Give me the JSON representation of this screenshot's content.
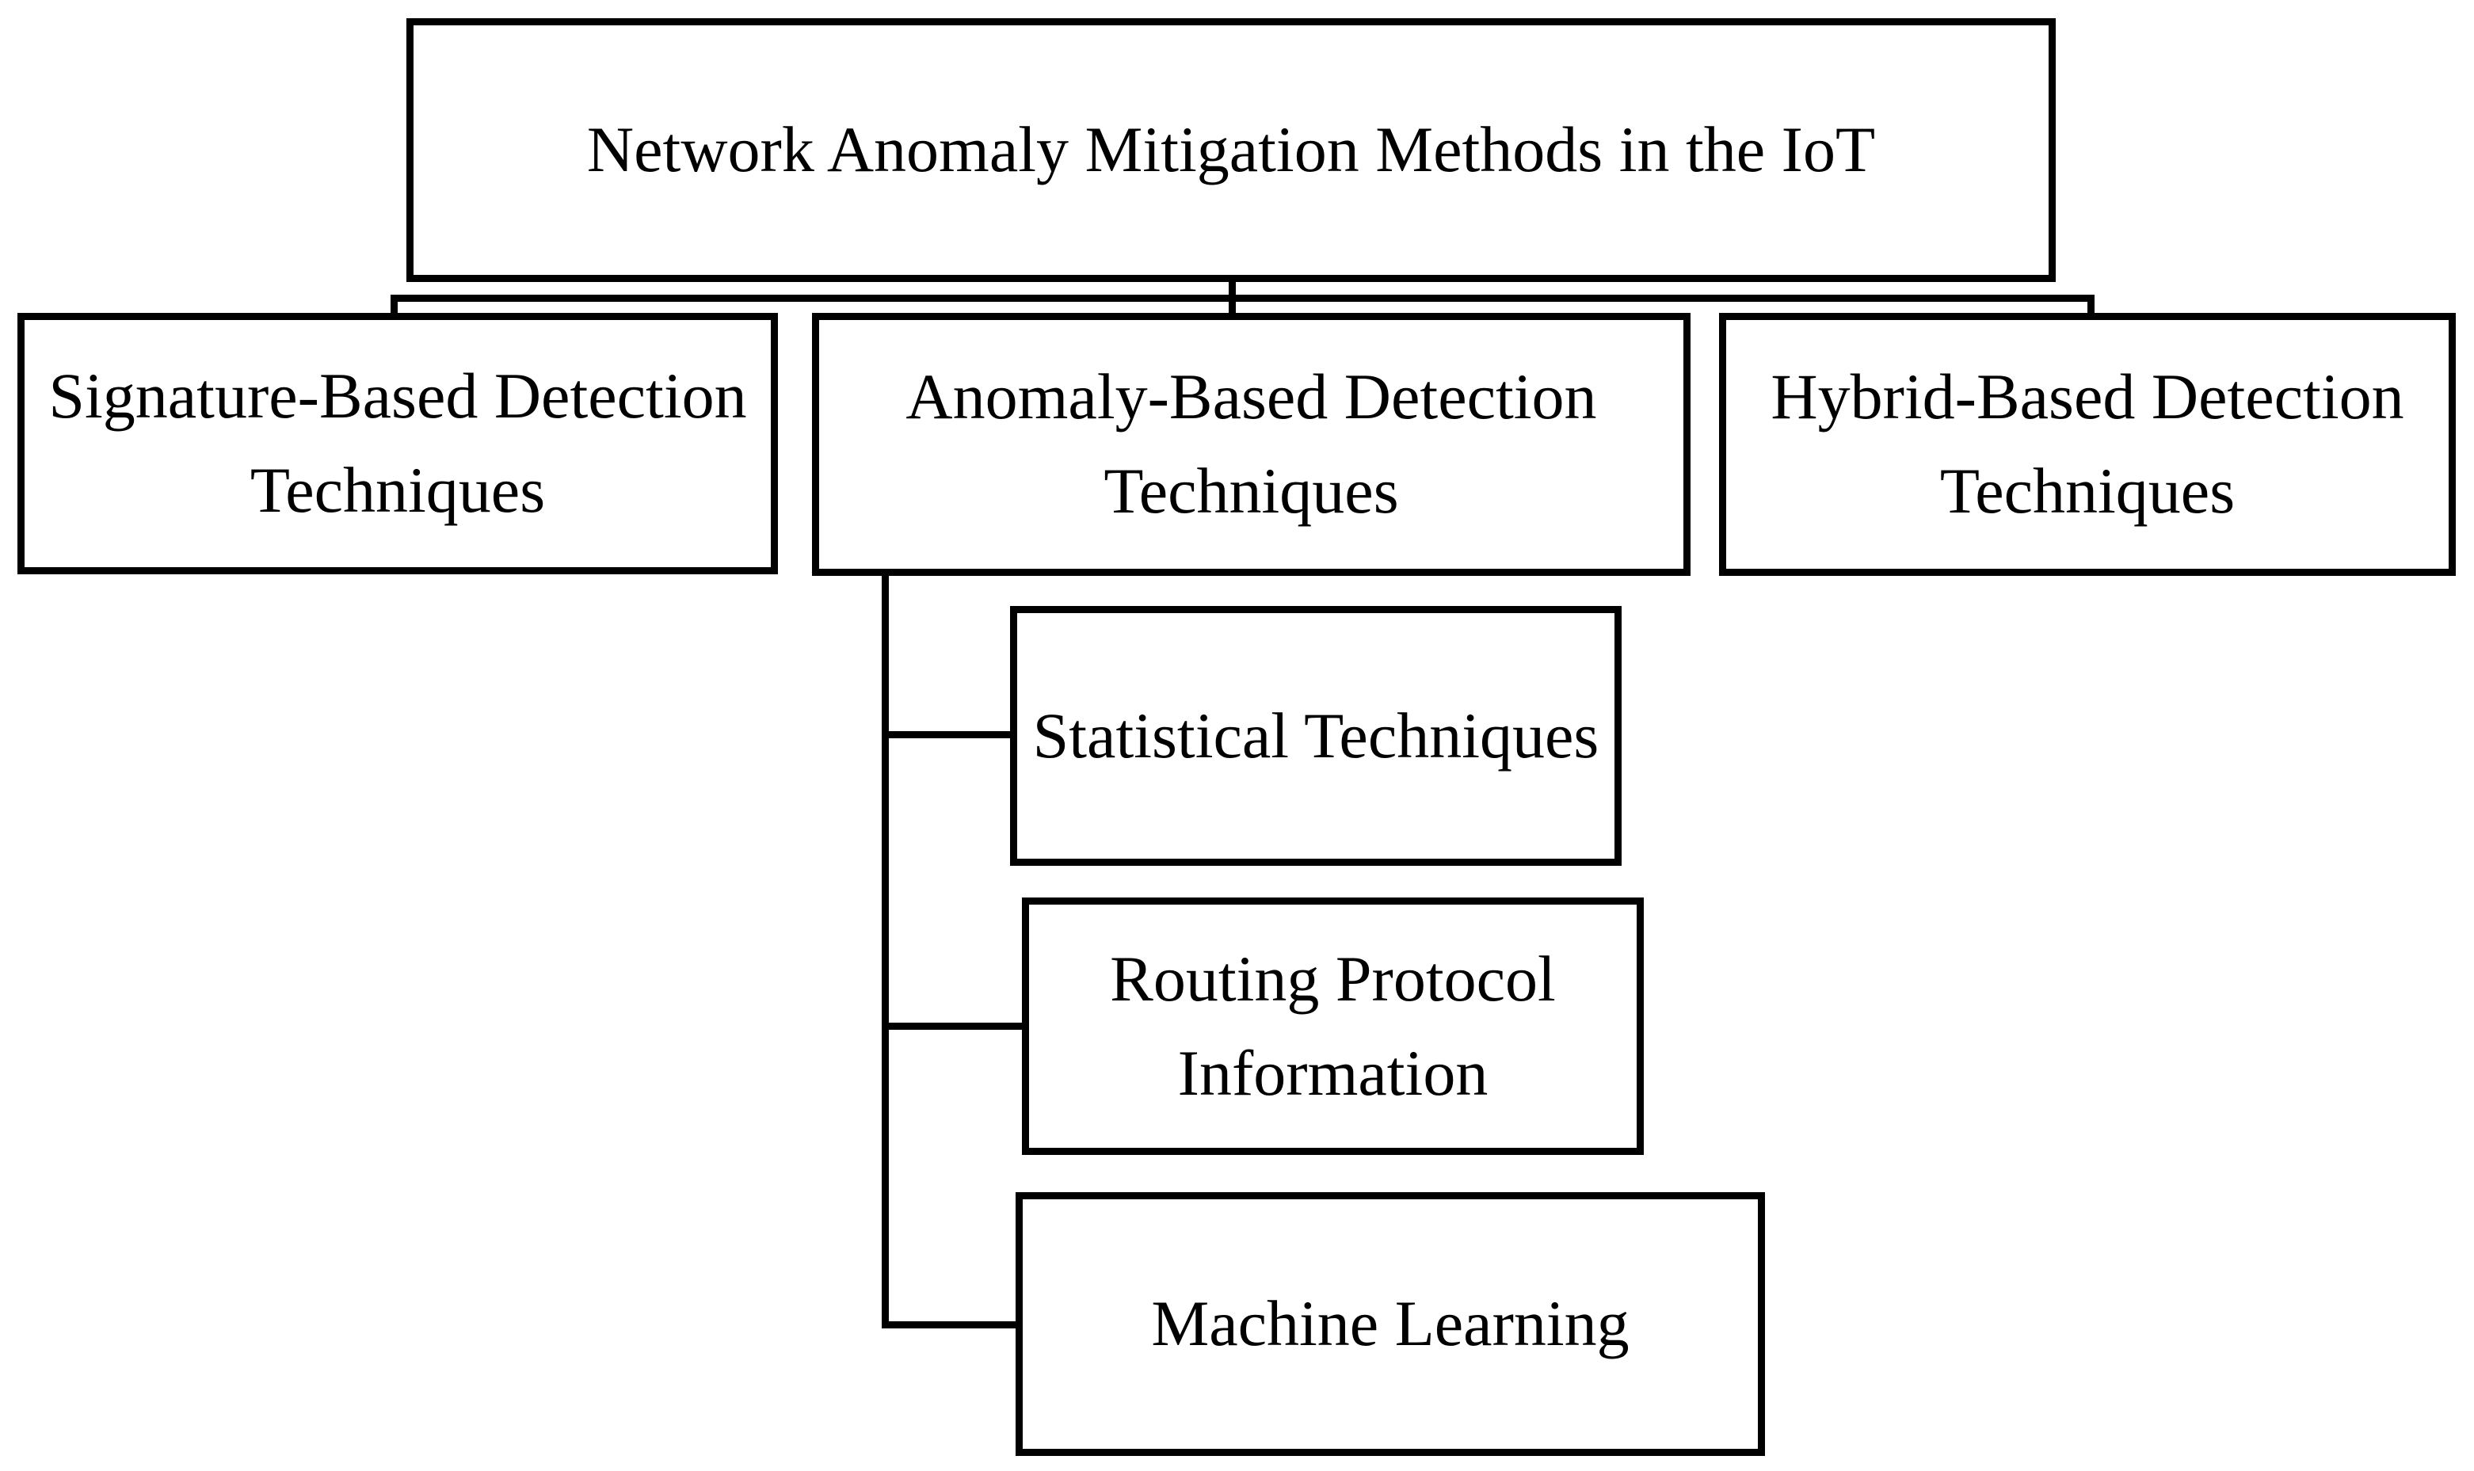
{
  "figure": {
    "root": {
      "label": "Network Anomaly Mitigation Methods in the IoT"
    },
    "branches": [
      {
        "label": "Signature-Based Detection\nTechniques",
        "children": []
      },
      {
        "label": "Anomaly-Based Detection\nTechniques",
        "children": [
          {
            "label": "Statistical Techniques"
          },
          {
            "label": "Routing Protocol\nInformation"
          },
          {
            "label": "Machine Learning"
          }
        ]
      },
      {
        "label": "Hybrid-Based Detection\nTechniques",
        "children": []
      }
    ],
    "colors": {
      "line": "#000000",
      "box_border": "#000000",
      "box_fill": "#ffffff",
      "text": "#000000",
      "background": "#ffffff"
    }
  }
}
